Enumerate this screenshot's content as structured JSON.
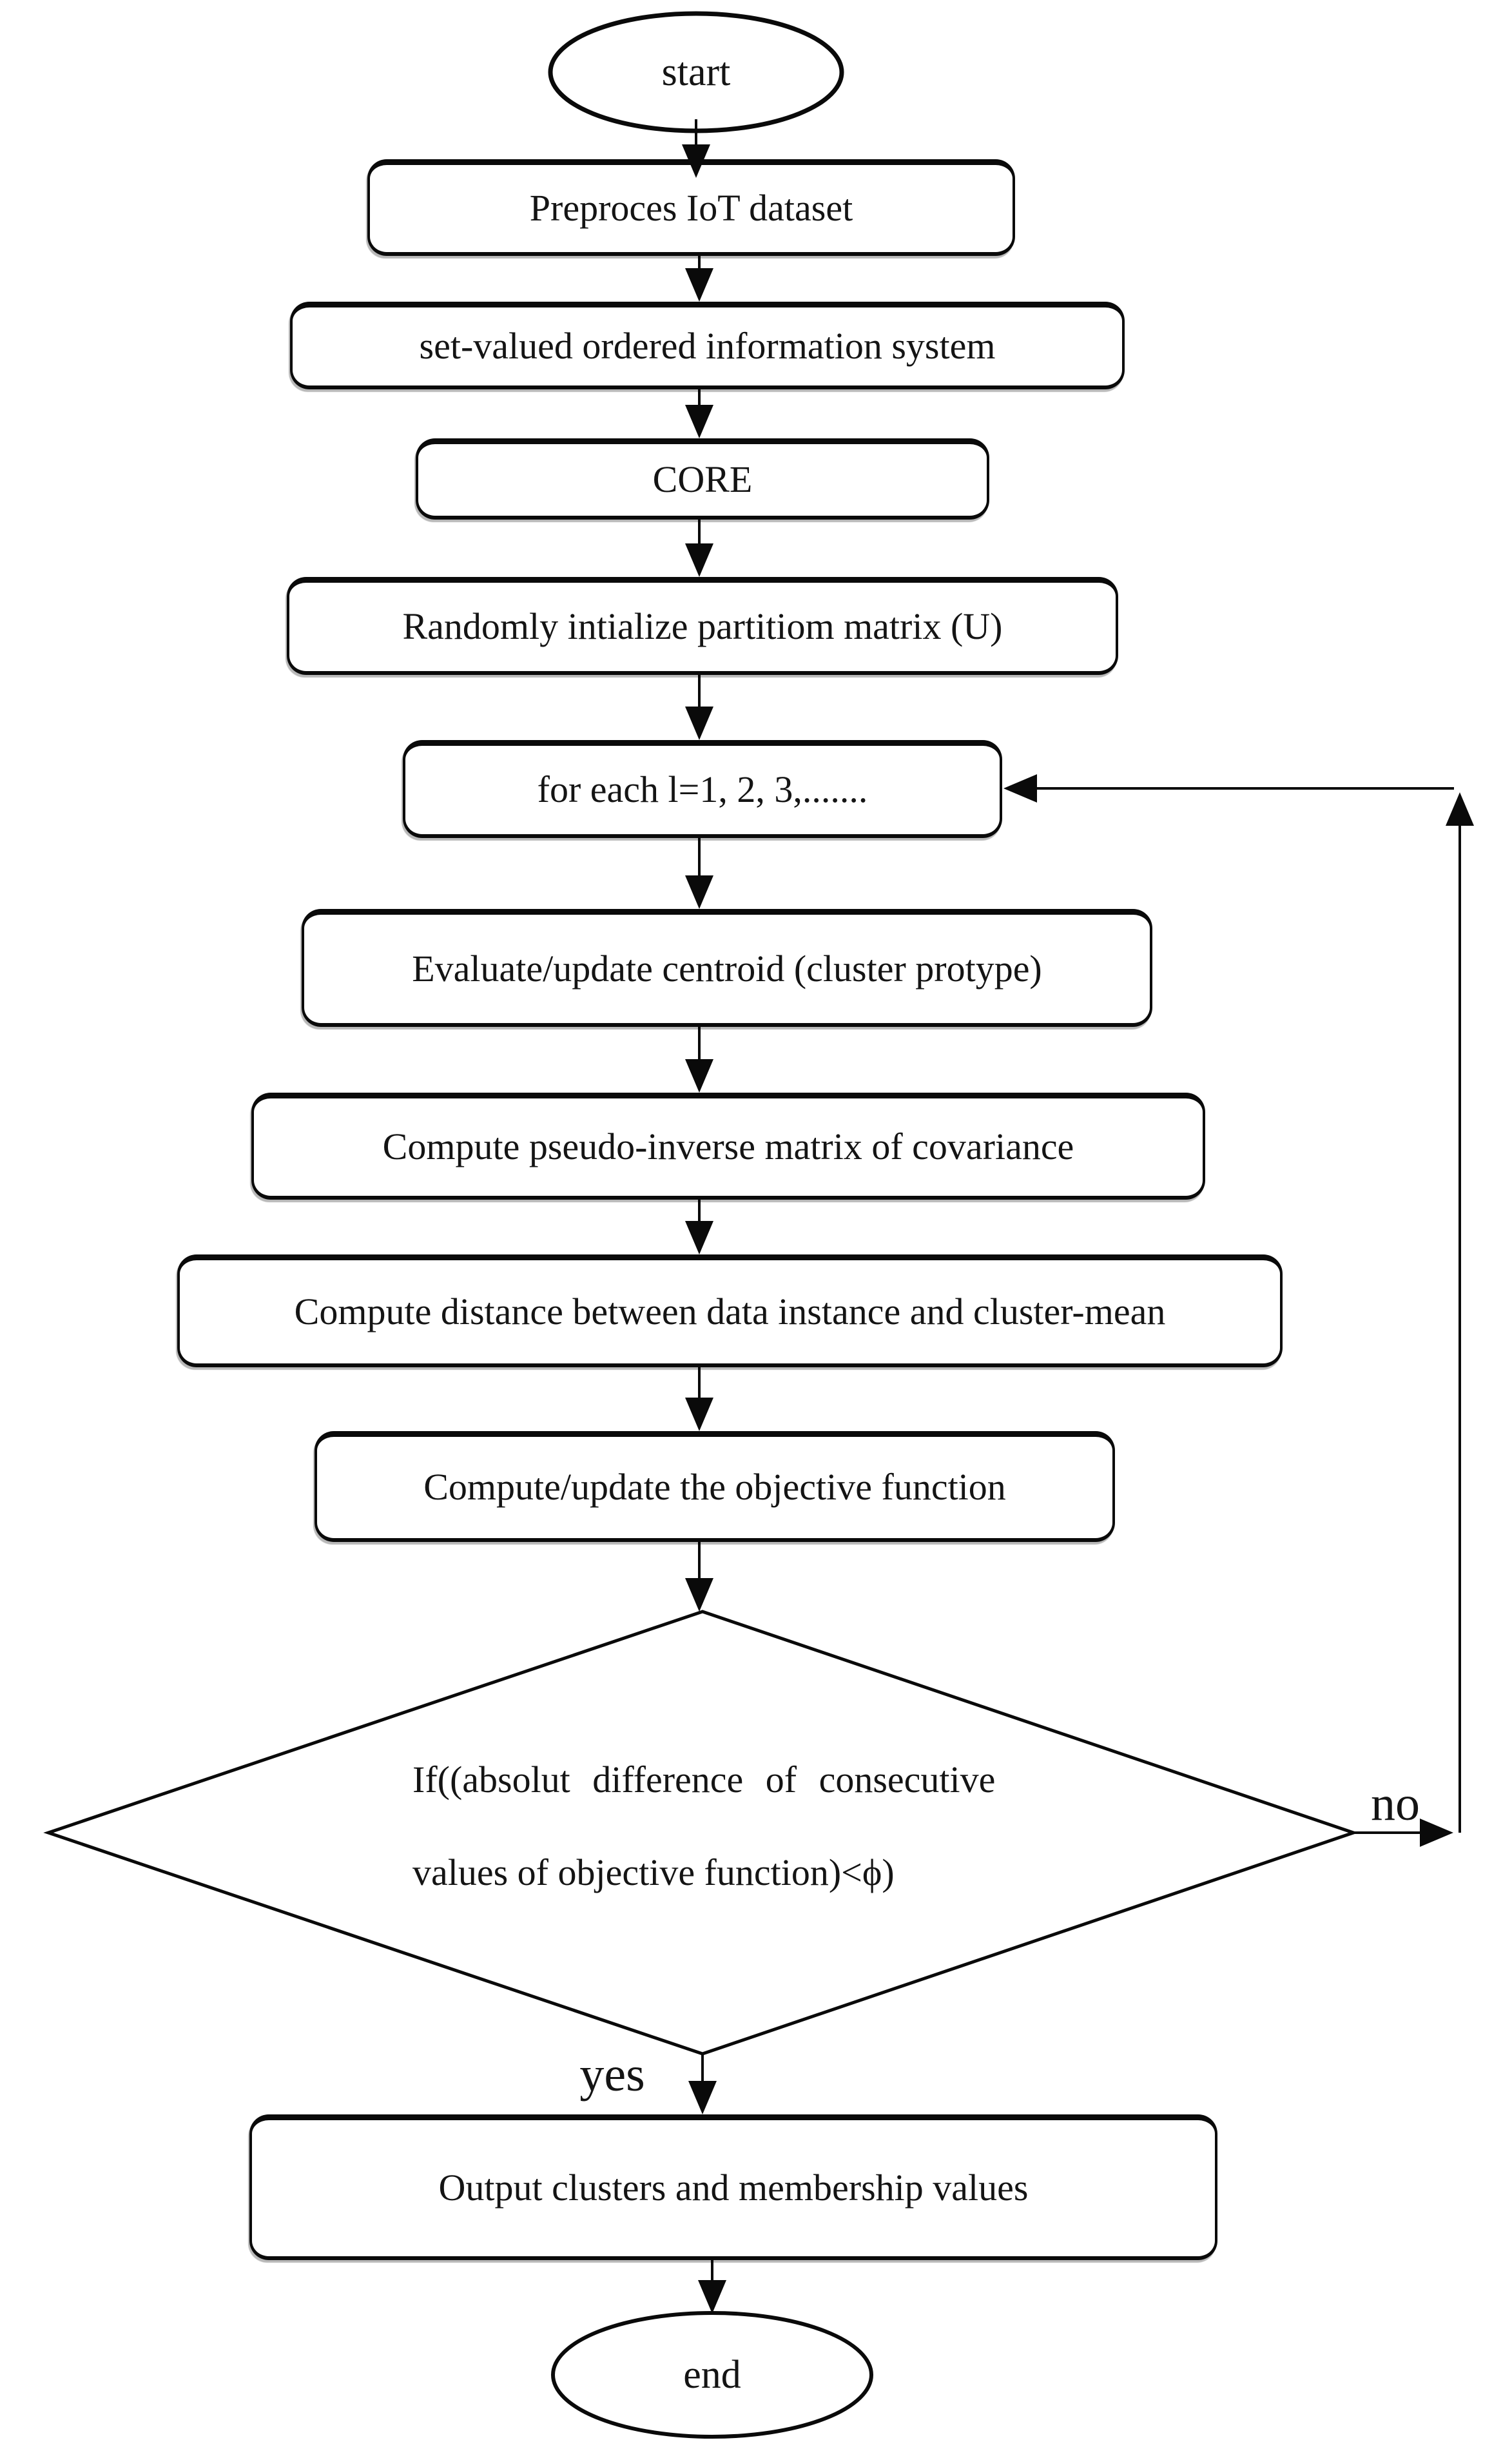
{
  "diagram": {
    "kind": "flowchart",
    "colors": {
      "stroke": "#000000",
      "background": "#ffffff",
      "text": "#141414"
    },
    "nodes": {
      "start": {
        "label": "start"
      },
      "preprocess": {
        "label": "Preproces IoT dataset"
      },
      "information_system": {
        "label": "set-valued ordered information system"
      },
      "core": {
        "label": "CORE"
      },
      "init_partition": {
        "label": "Randomly intialize partitiom matrix (U)"
      },
      "for_each": {
        "label": "for each l=1, 2, 3,......."
      },
      "centroid": {
        "label": "Evaluate/update centroid (cluster protype)"
      },
      "pseudo_inverse": {
        "label": "Compute pseudo-inverse matrix of covariance"
      },
      "distance": {
        "label": "Compute distance between data instance and cluster-mean"
      },
      "objective": {
        "label": "Compute/update the objective function"
      },
      "decision": {
        "line1": "If((absolut difference of consecutive",
        "line2": "values of objective function)<ϕ)"
      },
      "output": {
        "label": "Output clusters and membership values"
      },
      "end": {
        "label": "end"
      }
    },
    "edges": {
      "yes_label": "yes",
      "no_label": "no"
    }
  }
}
